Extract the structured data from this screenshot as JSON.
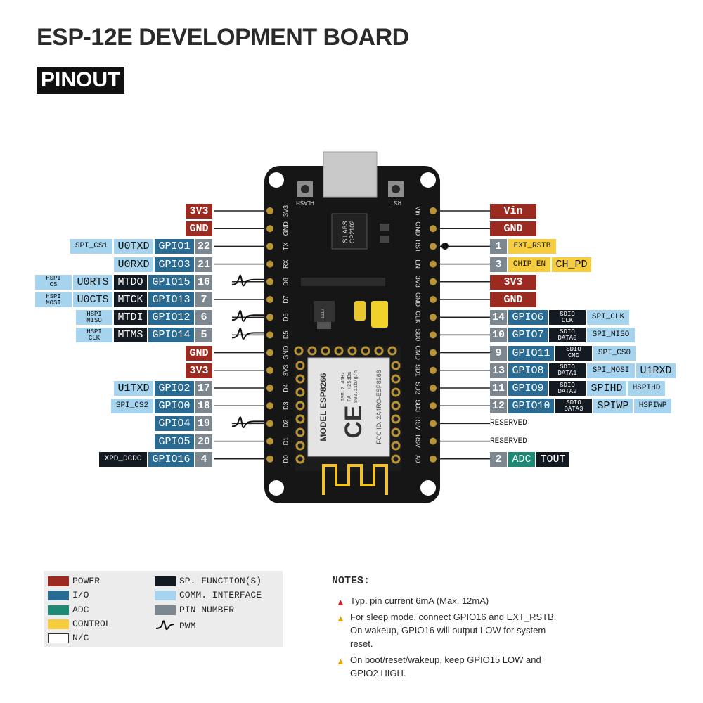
{
  "header": {
    "title": "ESP-12E DEVELOPMENT BOARD",
    "subtitle": "PINOUT"
  },
  "colors": {
    "power": "#9b2a20",
    "io": "#2a6b94",
    "adc": "#1e8a76",
    "control": "#f6cd3e",
    "special": "#131a22",
    "comm": "#a6d3ee",
    "pin_number": "#7c878f",
    "board": "#161616",
    "pin_gold": "#b89436"
  },
  "board": {
    "buttons": {
      "flash": "FLASH",
      "rst": "RST"
    },
    "chips": {
      "usb_chip": "SILABS\nCP2102",
      "regulator": "1117"
    },
    "module": {
      "model": "MODEL ESP8266",
      "specs": "ISM:2.4GHz\nPA: +25dBm\n802.11b/g/n",
      "fcc": "FCC ID: 2A4RQ-ESP8266",
      "ce": "CE"
    },
    "left_header": [
      "3V3",
      "GND",
      "TX",
      "RX",
      "D8",
      "D7",
      "D6",
      "D5",
      "GND",
      "3V3",
      "D4",
      "D3",
      "D2",
      "D1",
      "D0"
    ],
    "right_header": [
      "Vin",
      "GND",
      "RST",
      "EN",
      "3V3",
      "GND",
      "CLK",
      "SD0",
      "CMD",
      "SD1",
      "SD2",
      "SD3",
      "RSV",
      "RSV",
      "A0"
    ]
  },
  "left_pins": [
    [
      {
        "t": "3V3",
        "k": "power"
      }
    ],
    [
      {
        "t": "GND",
        "k": "power"
      }
    ],
    [
      {
        "t": "SPI_CS1",
        "k": "comm",
        "s": 1
      },
      {
        "t": "U0TXD",
        "k": "comm"
      },
      {
        "t": "GPIO1",
        "k": "io"
      },
      {
        "t": "22",
        "k": "num"
      }
    ],
    [
      {
        "t": "U0RXD",
        "k": "comm"
      },
      {
        "t": "GPIO3",
        "k": "io"
      },
      {
        "t": "21",
        "k": "num"
      }
    ],
    [
      {
        "t": "HSPI\nCS",
        "k": "comm",
        "st": 1
      },
      {
        "t": "U0RTS",
        "k": "comm"
      },
      {
        "t": "MTDO",
        "k": "special"
      },
      {
        "t": "GPIO15",
        "k": "io"
      },
      {
        "t": "16",
        "k": "num"
      }
    ],
    [
      {
        "t": "HSPI\nMOSI",
        "k": "comm",
        "st": 1
      },
      {
        "t": "U0CTS",
        "k": "comm"
      },
      {
        "t": "MTCK",
        "k": "special"
      },
      {
        "t": "GPIO13",
        "k": "io"
      },
      {
        "t": "7",
        "k": "num"
      }
    ],
    [
      {
        "t": "HSPI\nMISO",
        "k": "comm",
        "st": 1
      },
      {
        "t": "MTDI",
        "k": "special"
      },
      {
        "t": "GPIO12",
        "k": "io"
      },
      {
        "t": "6",
        "k": "num"
      }
    ],
    [
      {
        "t": "HSPI\nCLK",
        "k": "comm",
        "st": 1
      },
      {
        "t": "MTMS",
        "k": "special"
      },
      {
        "t": "GPIO14",
        "k": "io"
      },
      {
        "t": "5",
        "k": "num"
      }
    ],
    [
      {
        "t": "GND",
        "k": "power"
      }
    ],
    [
      {
        "t": "3V3",
        "k": "power"
      }
    ],
    [
      {
        "t": "U1TXD",
        "k": "comm"
      },
      {
        "t": "GPIO2",
        "k": "io"
      },
      {
        "t": "17",
        "k": "num"
      }
    ],
    [
      {
        "t": "SPI_CS2",
        "k": "comm",
        "s": 1
      },
      {
        "t": "GPIO0",
        "k": "io"
      },
      {
        "t": "18",
        "k": "num"
      }
    ],
    [
      {
        "t": "GPIO4",
        "k": "io"
      },
      {
        "t": "19",
        "k": "num"
      }
    ],
    [
      {
        "t": "GPIO5",
        "k": "io"
      },
      {
        "t": "20",
        "k": "num"
      }
    ],
    [
      {
        "t": "XPD_DCDC",
        "k": "special",
        "s": 1
      },
      {
        "t": "GPIO16",
        "k": "io"
      },
      {
        "t": "4",
        "k": "num"
      }
    ]
  ],
  "right_pins": [
    [
      {
        "t": "Vin",
        "k": "power"
      }
    ],
    [
      {
        "t": "GND",
        "k": "power"
      }
    ],
    [
      {
        "t": "1",
        "k": "num"
      },
      {
        "t": "EXT_RSTB",
        "k": "control",
        "s": 1
      }
    ],
    [
      {
        "t": "3",
        "k": "num"
      },
      {
        "t": "CHIP_EN",
        "k": "control",
        "s": 1
      },
      {
        "t": "CH_PD",
        "k": "control"
      }
    ],
    [
      {
        "t": "3V3",
        "k": "power"
      }
    ],
    [
      {
        "t": "GND",
        "k": "power"
      }
    ],
    [
      {
        "t": "14",
        "k": "num"
      },
      {
        "t": "GPIO6",
        "k": "io"
      },
      {
        "t": "SDIO\nCLK",
        "k": "special",
        "st": 1
      },
      {
        "t": "SPI_CLK",
        "k": "comm",
        "s": 1
      }
    ],
    [
      {
        "t": "10",
        "k": "num"
      },
      {
        "t": "GPIO7",
        "k": "io"
      },
      {
        "t": "SDIO\nDATA0",
        "k": "special",
        "st": 1
      },
      {
        "t": "SPI_MISO",
        "k": "comm",
        "s": 1
      }
    ],
    [
      {
        "t": "9",
        "k": "num"
      },
      {
        "t": "GPIO11",
        "k": "io"
      },
      {
        "t": "SDIO\nCMD",
        "k": "special",
        "st": 1
      },
      {
        "t": "SPI_CS0",
        "k": "comm",
        "s": 1
      }
    ],
    [
      {
        "t": "13",
        "k": "num"
      },
      {
        "t": "GPIO8",
        "k": "io"
      },
      {
        "t": "SDIO\nDATA1",
        "k": "special",
        "st": 1
      },
      {
        "t": "SPI_MOSI",
        "k": "comm",
        "s": 1
      },
      {
        "t": "U1RXD",
        "k": "comm"
      }
    ],
    [
      {
        "t": "11",
        "k": "num"
      },
      {
        "t": "GPIO9",
        "k": "io"
      },
      {
        "t": "SDIO\nDATA2",
        "k": "special",
        "st": 1
      },
      {
        "t": "SPIHD",
        "k": "comm"
      },
      {
        "t": "HSPIHD",
        "k": "comm",
        "s": 1
      }
    ],
    [
      {
        "t": "12",
        "k": "num"
      },
      {
        "t": "GPIO10",
        "k": "io"
      },
      {
        "t": "SDIO\nDATA3",
        "k": "special",
        "st": 1
      },
      {
        "t": "SPIWP",
        "k": "comm"
      },
      {
        "t": "HSPIWP",
        "k": "comm",
        "s": 1
      }
    ],
    [
      {
        "t": "RESERVED",
        "k": "plain"
      }
    ],
    [
      {
        "t": "RESERVED",
        "k": "plain"
      }
    ],
    [
      {
        "t": "2",
        "k": "num"
      },
      {
        "t": "ADC",
        "k": "adc"
      },
      {
        "t": "TOUT",
        "k": "special"
      }
    ]
  ],
  "legend": {
    "power": "POWER",
    "io": "I/O",
    "adc": "ADC",
    "control": "CONTROL",
    "nc": "N/C",
    "special": "SP. FUNCTION(S)",
    "comm": "COMM. INTERFACE",
    "pin_number": "PIN NUMBER",
    "pwm": "PWM"
  },
  "notes": {
    "title": "NOTES:",
    "items": [
      "Typ. pin current 6mA (Max. 12mA)",
      "For sleep mode, connect GPIO16 and EXT_RSTB. On wakeup, GPIO16 will output LOW for system reset.",
      "On boot/reset/wakeup, keep GPIO15 LOW and GPIO2 HIGH."
    ]
  }
}
